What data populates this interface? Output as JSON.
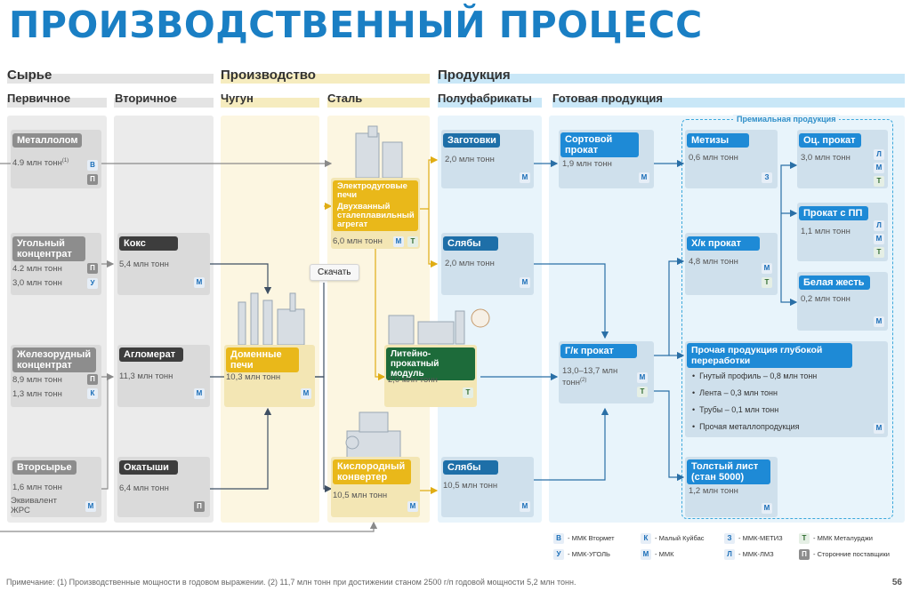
{
  "title": "ПРОИЗВОДСТВЕННЫЙ ПРОЦЕСС",
  "sections": {
    "raw": "Сырье",
    "production": "Производство",
    "products": "Продукция"
  },
  "subsections": {
    "primary": "Первичное",
    "secondary": "Вторичное",
    "pig_iron": "Чугун",
    "steel": "Сталь",
    "semi": "Полуфабрикаты",
    "finished": "Готовая продукция"
  },
  "premium_label": "Премиальная продукция",
  "nodes": {
    "scrap": {
      "label": "Металлолом",
      "value": "4.9 млн тонн",
      "sup": "(1)",
      "badges": [
        "В",
        "П"
      ]
    },
    "coal": {
      "label": "Угольный концентрат",
      "value1": "4.2 млн тонн",
      "value2": "3,0 млн тонн",
      "badges": [
        "П",
        "У"
      ]
    },
    "ore": {
      "label": "Железорудный концентрат",
      "value1": "8,9 млн тонн",
      "value2": "1,3 млн тонн",
      "badges": [
        "П",
        "К"
      ]
    },
    "recycled": {
      "label": "Вторсырье",
      "value": "1,6 млн тонн",
      "value2": "Эквивалент ЖРС",
      "badges": [
        "М"
      ]
    },
    "coke": {
      "label": "Кокс",
      "value": "5,4 млн тонн",
      "badges": [
        "М"
      ]
    },
    "agglomerate": {
      "label": "Агломерат",
      "value": "11,3 млн тонн",
      "badges": [
        "М"
      ]
    },
    "pellets": {
      "label": "Окатыши",
      "value": "6,4 млн тонн",
      "badges": [
        "П"
      ]
    },
    "blast": {
      "label": "Доменные печи",
      "value": "10,3 млн тонн",
      "badges": [
        "М"
      ]
    },
    "eaf": {
      "label1": "Электродуговые печи",
      "label2": "Двухванный сталеплавильный агрегат",
      "value": "6,0 млн тонн",
      "badges": [
        "М",
        "Т"
      ]
    },
    "casting": {
      "label": "Литейно-прокатный модуль",
      "value": "2,0 млн тонн",
      "badges": [
        "Т"
      ]
    },
    "converter": {
      "label": "Кислородный конвертер",
      "value": "10,5 млн тонн",
      "badges": [
        "М"
      ]
    },
    "billets": {
      "label": "Заготовки",
      "value": "2,0 млн тонн",
      "badges": [
        "М"
      ]
    },
    "slabs1": {
      "label": "Слябы",
      "value": "2,0 млн тонн",
      "badges": [
        "М"
      ]
    },
    "slabs2": {
      "label": "Слябы",
      "value": "10,5 млн тонн",
      "badges": [
        "М"
      ]
    },
    "section": {
      "label": "Сортовой прокат",
      "value": "1,9 млн тонн",
      "badges": [
        "М"
      ]
    },
    "hot": {
      "label": "Г/к прокат",
      "value": "13,0–13,7 млн тонн",
      "sup": "(2)",
      "badges": [
        "М",
        "Т"
      ]
    },
    "hardware": {
      "label": "Метизы",
      "value": "0,6 млн тонн",
      "badges": [
        "З"
      ]
    },
    "cold": {
      "label": "Х/к прокат",
      "value": "4,8 млн тонн",
      "badges": [
        "М",
        "Т"
      ]
    },
    "galv": {
      "label": "Оц. прокат",
      "value": "3,0 млн тонн",
      "badges": [
        "Л",
        "М",
        "Т"
      ]
    },
    "coated": {
      "label": "Прокат с ПП",
      "value": "1,1 млн тонн",
      "badges": [
        "Л",
        "М",
        "Т"
      ]
    },
    "tin": {
      "label": "Белая жесть",
      "value": "0,2 млн тонн",
      "badges": [
        "М"
      ]
    },
    "deep": {
      "label": "Прочая продукция глубокой переработки",
      "items": [
        "Гнутый профиль – 0,8 млн тонн",
        "Лента – 0,3 млн тонн",
        "Трубы – 0,1 млн тонн",
        "Прочая металлопродукция"
      ],
      "badges": [
        "М"
      ]
    },
    "plate": {
      "label": "Толстый лист (стан 5000)",
      "value": "1,2 млн тонн",
      "badges": [
        "М"
      ]
    }
  },
  "tooltip": "Скачать",
  "legend": [
    {
      "code": "В",
      "text": "ММК Втормет"
    },
    {
      "code": "К",
      "text": "Малый Куйбас"
    },
    {
      "code": "З",
      "text": "ММК-МЕТИЗ"
    },
    {
      "code": "Т",
      "text": "ММК Металурджи"
    },
    {
      "code": "У",
      "text": "ММК-УГОЛЬ"
    },
    {
      "code": "М",
      "text": "ММК"
    },
    {
      "code": "Л",
      "text": "ММК-ЛМЗ"
    },
    {
      "code": "П",
      "text": "Сторонние поставщики"
    }
  ],
  "note": "Примечание: (1) Производственные мощности в годовом выражении. (2) 11,7 млн тонн при достижении станом 2500 г/п годовой мощности 5,2 млн тонн.",
  "page": "56",
  "colors": {
    "title": "#1a7fc4",
    "grey": "#8d8d8d",
    "dark": "#3d3d3d",
    "yellow": "#e9b81a",
    "blue": "#1e8ad6"
  }
}
